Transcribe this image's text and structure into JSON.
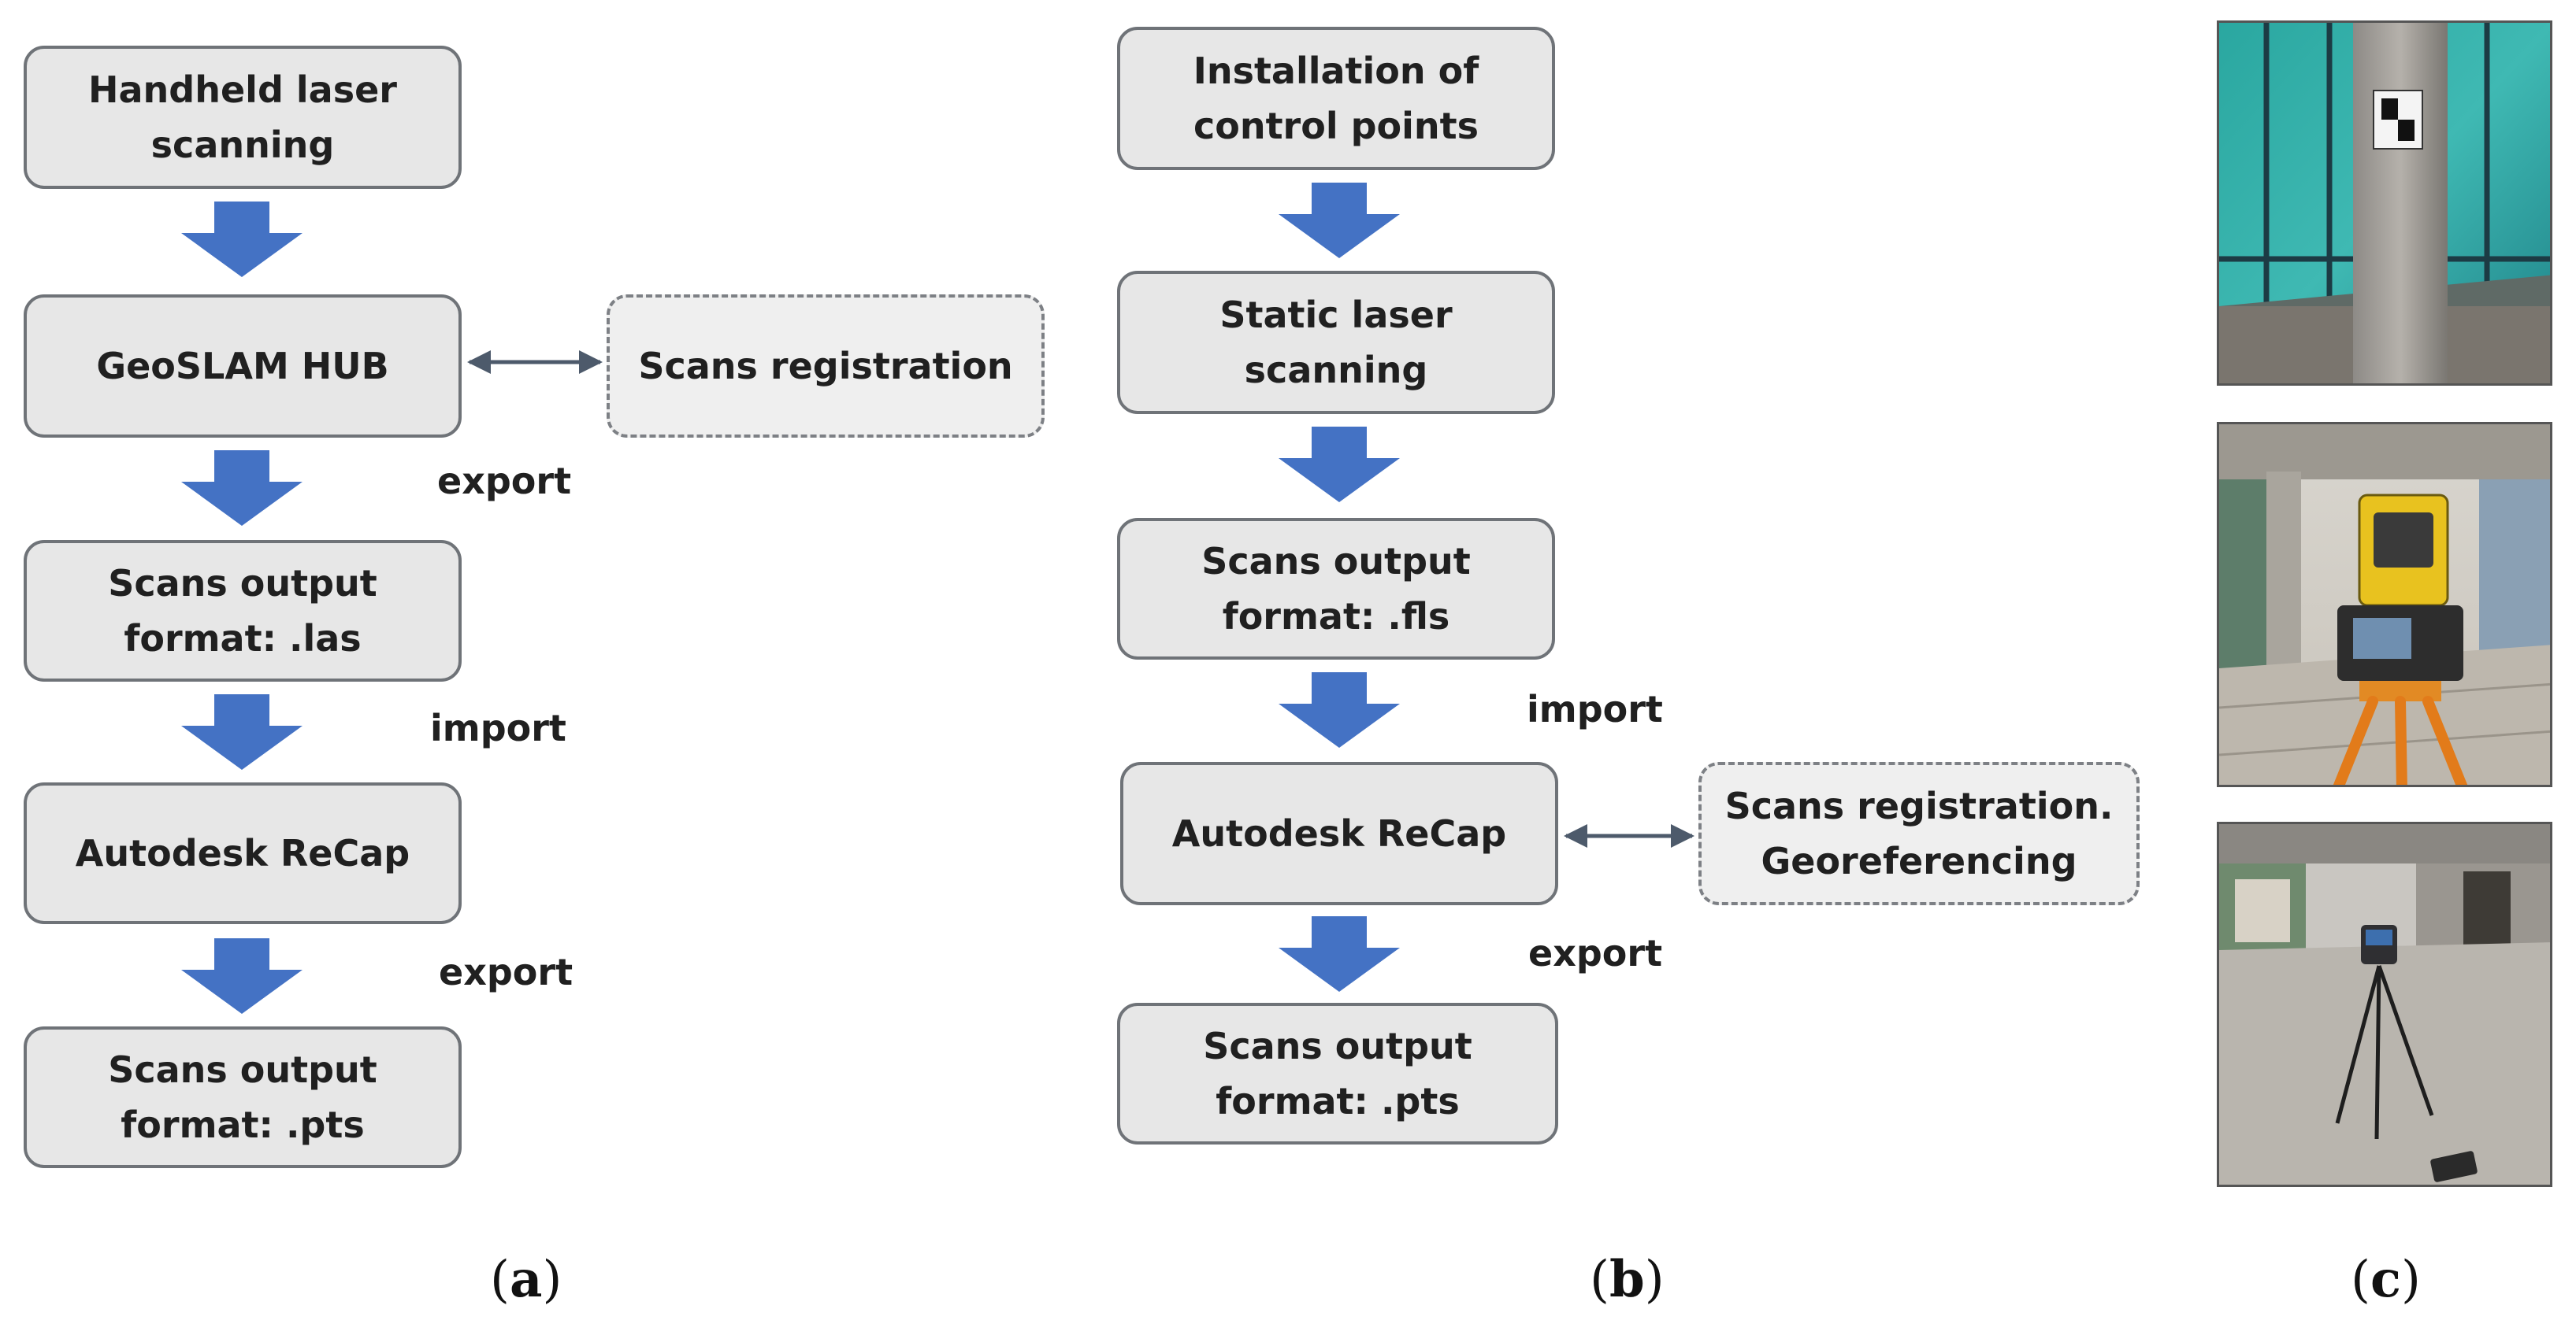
{
  "panel_a": {
    "nodes": [
      {
        "id": "handheld",
        "text": "Handheld laser\nscanning"
      },
      {
        "id": "geoslam",
        "text": "GeoSLAM HUB"
      },
      {
        "id": "registration",
        "text": "Scans registration"
      },
      {
        "id": "las",
        "text": "Scans output\nformat: .las"
      },
      {
        "id": "recap",
        "text": "Autodesk ReCap"
      },
      {
        "id": "pts",
        "text": "Scans output\nformat: .pts"
      }
    ],
    "labels": {
      "export1": "export",
      "import": "import",
      "export2": "export"
    },
    "caption": "a"
  },
  "panel_b": {
    "nodes": [
      {
        "id": "control",
        "text": "Installation of\ncontrol points"
      },
      {
        "id": "static",
        "text": "Static laser\nscanning"
      },
      {
        "id": "fls",
        "text": "Scans output\nformat: .fls"
      },
      {
        "id": "recap",
        "text": "Autodesk ReCap"
      },
      {
        "id": "georef",
        "text": "Scans registration.\nGeoreferencing"
      },
      {
        "id": "pts",
        "text": "Scans output\nformat: .pts"
      }
    ],
    "labels": {
      "import": "import",
      "export": "export"
    },
    "caption": "b"
  },
  "panel_c": {
    "photos": [
      "column-with-target-photo",
      "total-station-photo",
      "laser-scanner-tripod-photo"
    ],
    "caption": "c"
  },
  "colors": {
    "box_fill": "#e7e7e7",
    "box_border": "#6f7378",
    "arrow": "#4472c4",
    "connector": "#4d5a6b"
  }
}
